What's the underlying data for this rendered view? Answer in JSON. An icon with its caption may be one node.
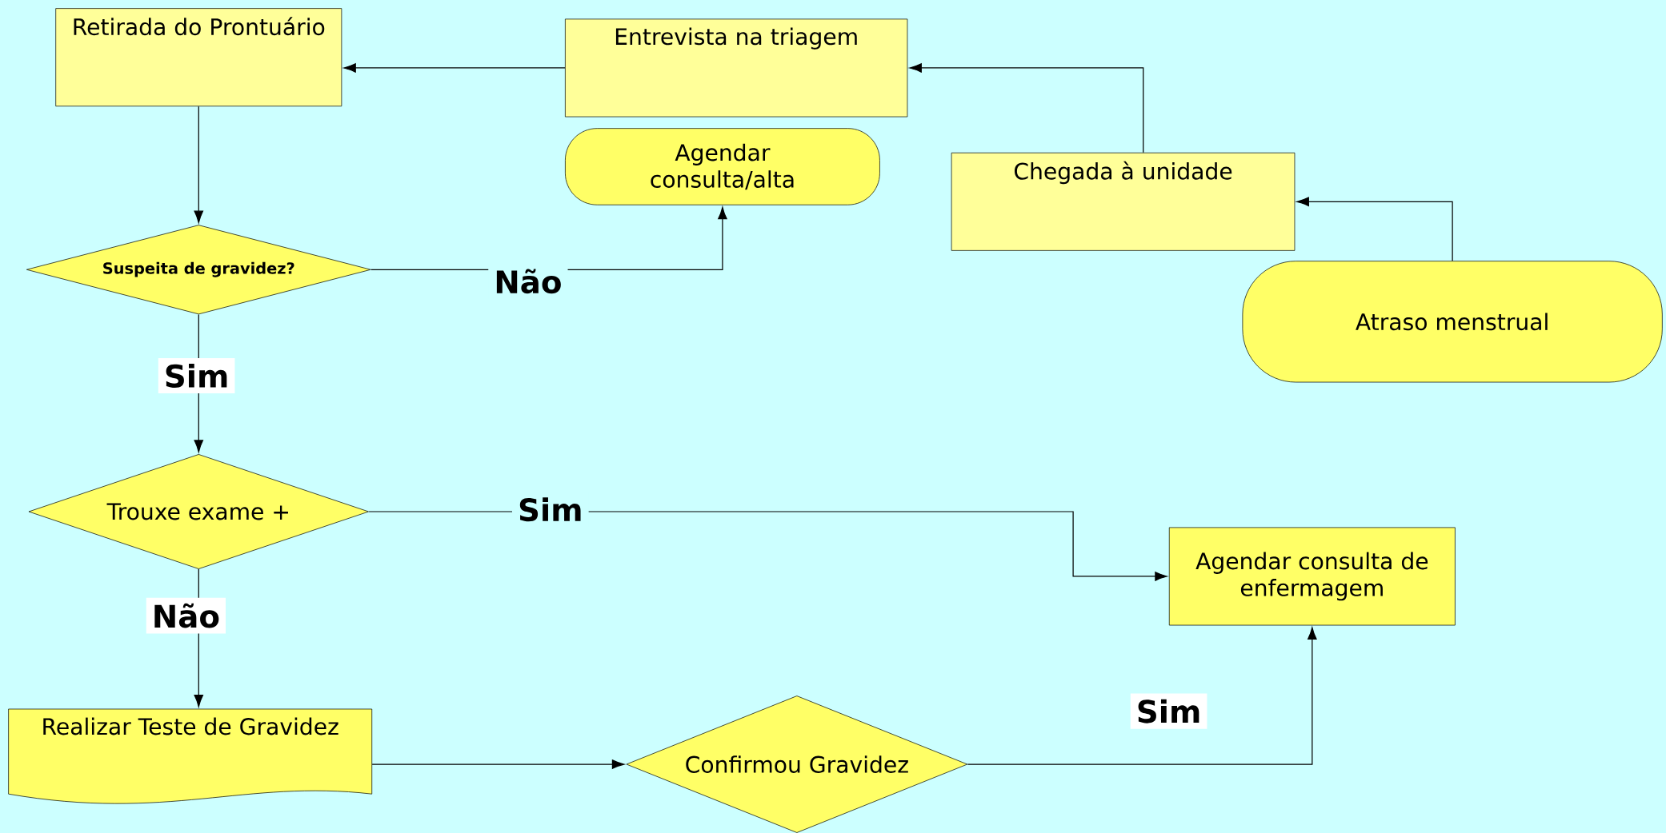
{
  "diagram": {
    "nodes": [
      {
        "text": [
          "Retirada do Prontuário"
        ]
      },
      {
        "text": [
          "Entrevista na triagem"
        ]
      },
      {
        "text": [
          "Agendar consulta/alta"
        ]
      },
      {
        "text": [
          "Chegada à unidade"
        ]
      },
      {
        "text": [
          "Suspeita de gravidez?"
        ]
      },
      {
        "text": [
          "Atraso menstrual"
        ]
      },
      {
        "text": [
          "Trouxe exame +"
        ]
      },
      {
        "text": [
          "Agendar consulta de enfermagem"
        ]
      },
      {
        "text": [
          "Realizar Teste de Gravidez"
        ]
      },
      {
        "text": [
          "Confirmou Gravidez"
        ]
      }
    ],
    "edges": [
      {
        "from": 5,
        "to": 3,
        "arrow": "to"
      },
      {
        "from": 3,
        "to": 1,
        "arrow": "to"
      },
      {
        "from": 1,
        "to": 0,
        "arrow": "to"
      },
      {
        "from": 0,
        "to": 4,
        "arrow": "to"
      },
      {
        "from": 4,
        "to": 2,
        "arrow": "to",
        "label": "Não"
      },
      {
        "from": 4,
        "to": 6,
        "arrow": "to",
        "label": "Sim"
      },
      {
        "from": 6,
        "to": 7,
        "arrow": "to",
        "label": "Sim"
      },
      {
        "from": 6,
        "to": 8,
        "arrow": "to",
        "label": "Não"
      },
      {
        "from": 8,
        "to": 9,
        "arrow": "to"
      },
      {
        "from": 9,
        "to": 7,
        "arrow": "to",
        "label": "Sim"
      }
    ]
  }
}
